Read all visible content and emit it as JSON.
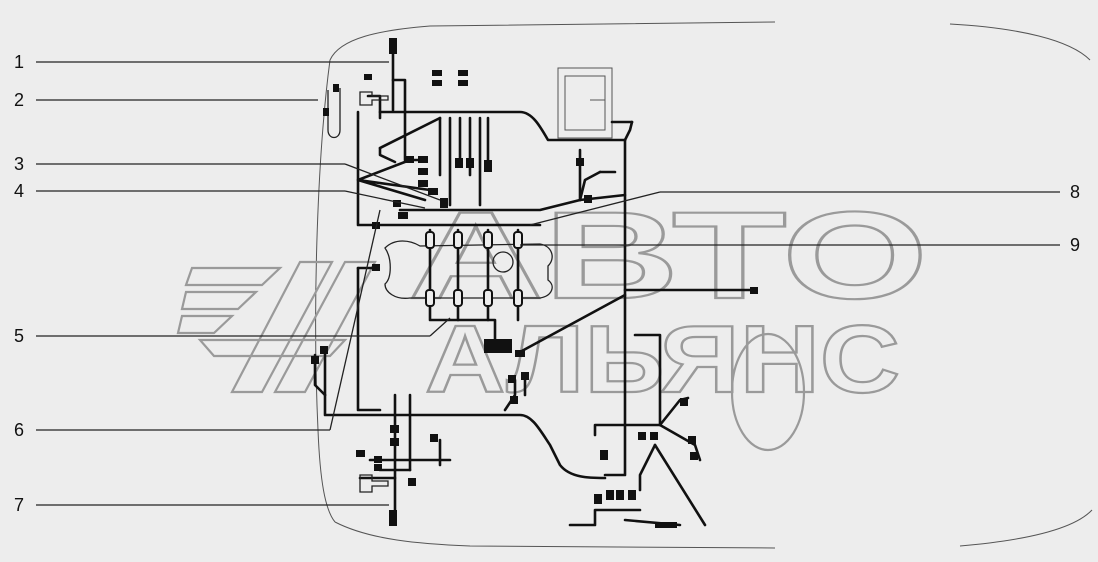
{
  "watermark": {
    "line1": "АВТО",
    "line2": "АЛЬЯНС"
  },
  "callouts": [
    {
      "label": "1"
    },
    {
      "label": "2"
    },
    {
      "label": "3"
    },
    {
      "label": "4"
    },
    {
      "label": "5"
    },
    {
      "label": "6"
    },
    {
      "label": "7"
    },
    {
      "label": "8"
    },
    {
      "label": "9"
    }
  ],
  "colors": {
    "background": "#ededed",
    "lines": "#111111",
    "watermark": "#9a9a9a"
  }
}
